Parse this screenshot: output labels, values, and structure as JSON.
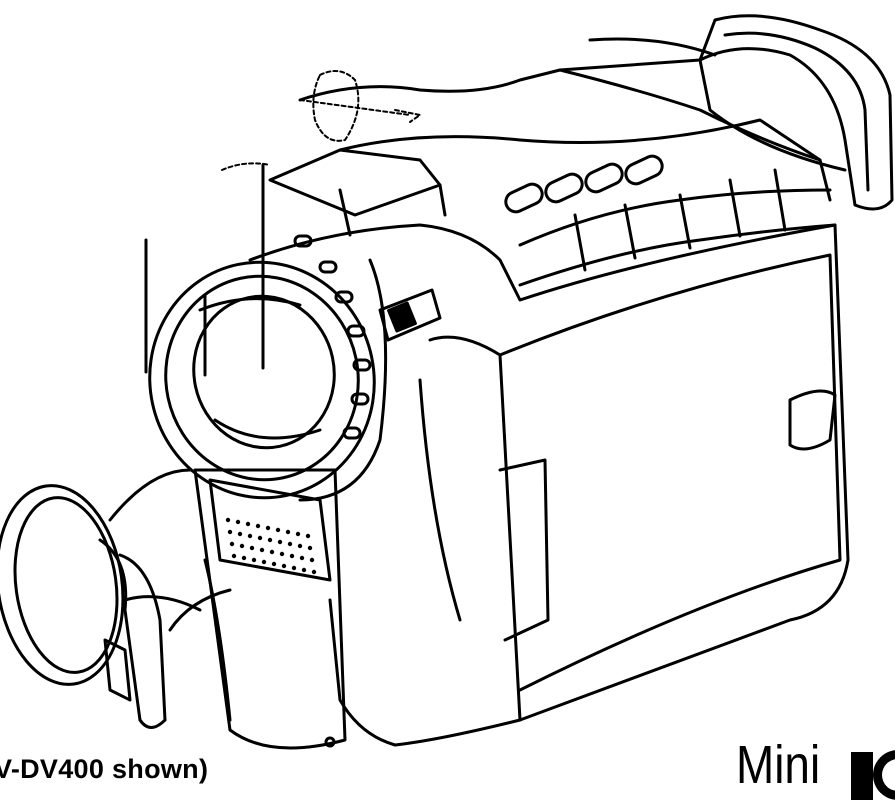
{
  "figure": {
    "caption": "V-DV400 shown)",
    "logo_text": "Mini"
  },
  "parts": [
    {
      "name": "lens-cap"
    },
    {
      "name": "lens"
    },
    {
      "name": "microphone"
    },
    {
      "name": "viewfinder"
    },
    {
      "name": "lcd-monitor"
    }
  ]
}
